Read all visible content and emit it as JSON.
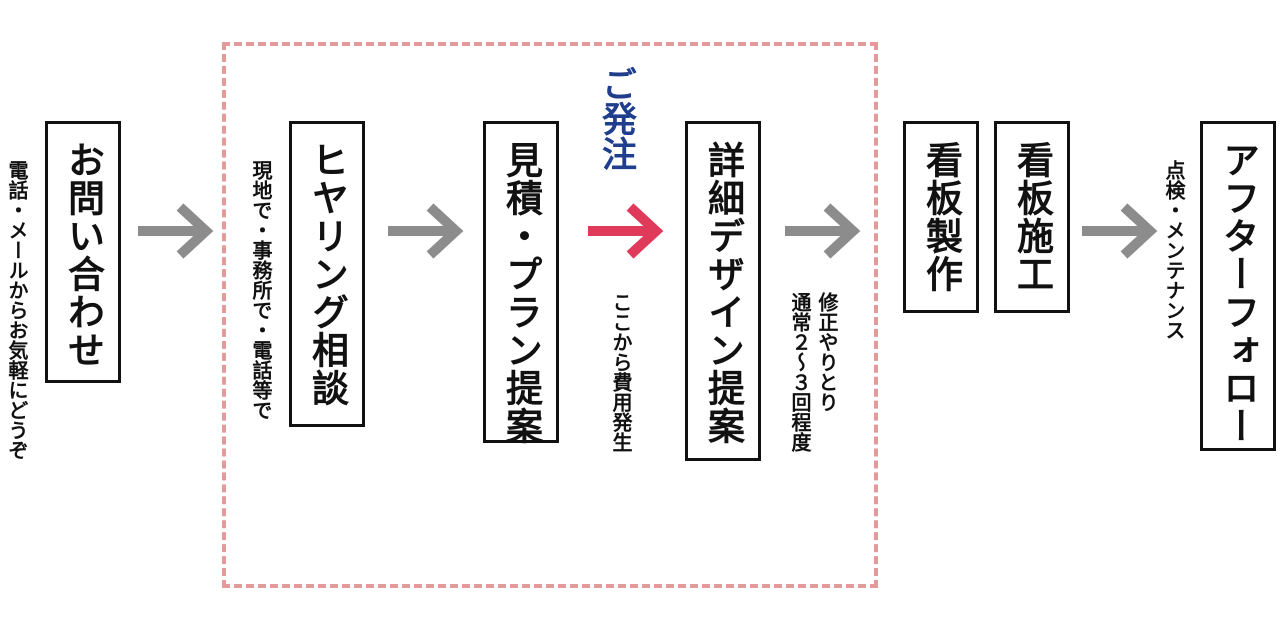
{
  "colors": {
    "border": "#111111",
    "arrow": "#8c8c8c",
    "arrow_highlight": "#e03a5a",
    "dashed_region": "#e39a9a",
    "order_label": "#1f3e8c"
  },
  "steps": [
    {
      "label": "お問い合わせ",
      "note": "電話・メールからお気軽にどうぞ"
    },
    {
      "label": "ヒヤリング相談",
      "note": "現地で・事務所で・電話等で"
    },
    {
      "label": "見積・プラン提案",
      "note": "ここから費用発生"
    },
    {
      "label": "詳細デザイン提案",
      "note_lines": [
        "修正やりとり",
        "通常２～３回程度"
      ]
    },
    {
      "label": "看板製作"
    },
    {
      "label": "看板施工",
      "note": "点検・メンテナンス"
    },
    {
      "label": "アフターフォロー"
    }
  ],
  "order_label": "ご発注"
}
